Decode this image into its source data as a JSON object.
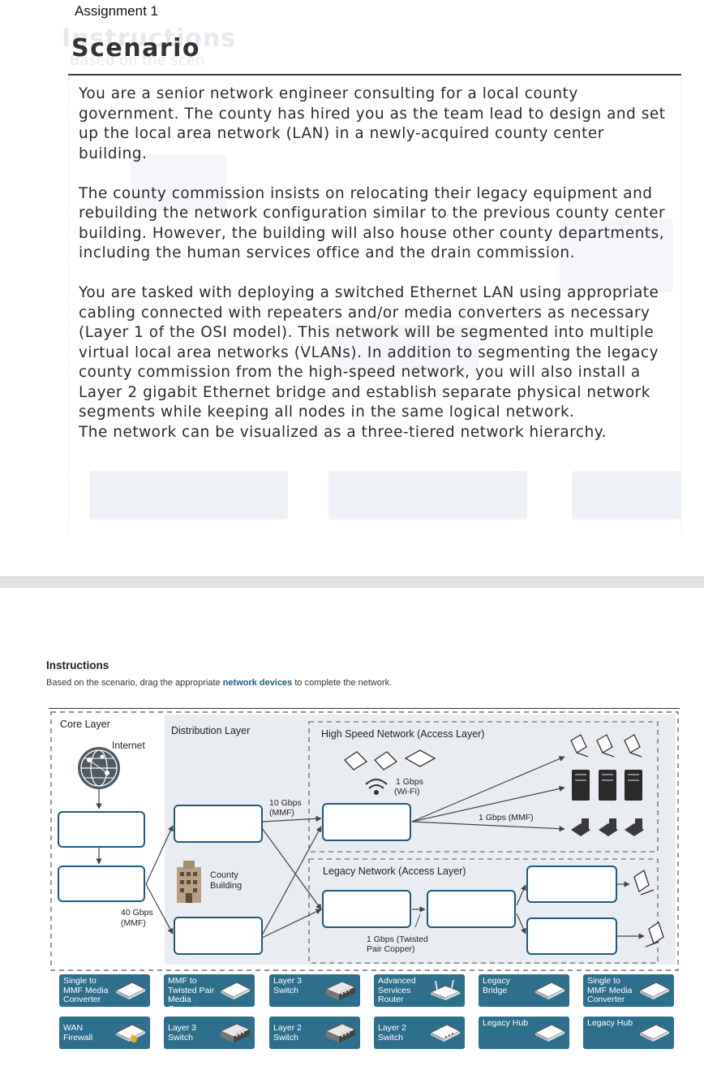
{
  "header": {
    "assignment_label": "Assignment 1"
  },
  "scenario": {
    "title": "Scenario",
    "paragraphs": [
      "You are a senior network engineer consulting for a local county government. The county has hired you as the team lead to design and set up the local area network (LAN) in a newly-acquired county center building.",
      "The county commission insists on relocating their legacy equipment and rebuilding the network configuration similar to the previous county center building. However, the building will also house other county departments, including the human services office and the drain commission.",
      "You are tasked with deploying a switched Ethernet LAN using appropriate cabling connected with repeaters and/or media converters as necessary (Layer 1 of the OSI model). This network will be segmented into multiple virtual local area networks (VLANs). In addition to segmenting the legacy county commission from the high-speed network, you will also install a Layer 2 gigabit Ethernet bridge and establish separate physical network segments while keeping all nodes in the same logical network.",
      "The network can be visualized as a three-tiered network hierarchy."
    ]
  },
  "instructions": {
    "title": "Instructions",
    "text_before": "Based on the scenario, drag the appropriate ",
    "text_highlight": "network devices",
    "text_after": " to complete the network."
  },
  "diagram": {
    "core_layer": "Core Layer",
    "internet": "Internet",
    "distribution_layer": "Distribution Layer",
    "high_speed_network": "High Speed Network (Access Layer)",
    "legacy_network": "Legacy Network (Access Layer)",
    "county_building": [
      "County",
      "Building"
    ],
    "link_10g": [
      "10 Gbps",
      "(MMF)"
    ],
    "link_40g": [
      "40 Gbps",
      "(MMF)"
    ],
    "link_1g_wifi": [
      "1 Gbps",
      "(Wi-Fi)"
    ],
    "link_1g_mmf": "1 Gbps (MMF)",
    "link_1g_tp": [
      "1 Gbps (Twisted",
      "Pair Copper)"
    ]
  },
  "palette": [
    {
      "label": "Single to MMF Media Converter",
      "icon": "switch-icon"
    },
    {
      "label": "MMF to Twisted Pair Media Converter",
      "icon": "switch-icon"
    },
    {
      "label": "Layer 3 Switch",
      "icon": "rack-switch-icon"
    },
    {
      "label": "Advanced Services Router",
      "icon": "router-icon"
    },
    {
      "label": "Legacy Bridge",
      "icon": "bridge-icon"
    },
    {
      "label": "Single to MMF Media Converter",
      "icon": "switch-icon"
    },
    {
      "label": "WAN Firewall",
      "icon": "firewall-icon"
    },
    {
      "label": "Layer 3 Switch",
      "icon": "rack-switch-icon"
    },
    {
      "label": "Layer 2 Switch",
      "icon": "rack-switch-icon"
    },
    {
      "label": "Layer 2 Switch",
      "icon": "switch-icon"
    },
    {
      "label": "Legacy Hub",
      "icon": "hub-icon"
    },
    {
      "label": "Legacy Hub",
      "icon": "hub-icon"
    }
  ],
  "colors": {
    "tile": "#2e6f8e",
    "panel": "#e9edf1",
    "link": "#4a4a4a",
    "highlight": "#1f5a7a"
  }
}
